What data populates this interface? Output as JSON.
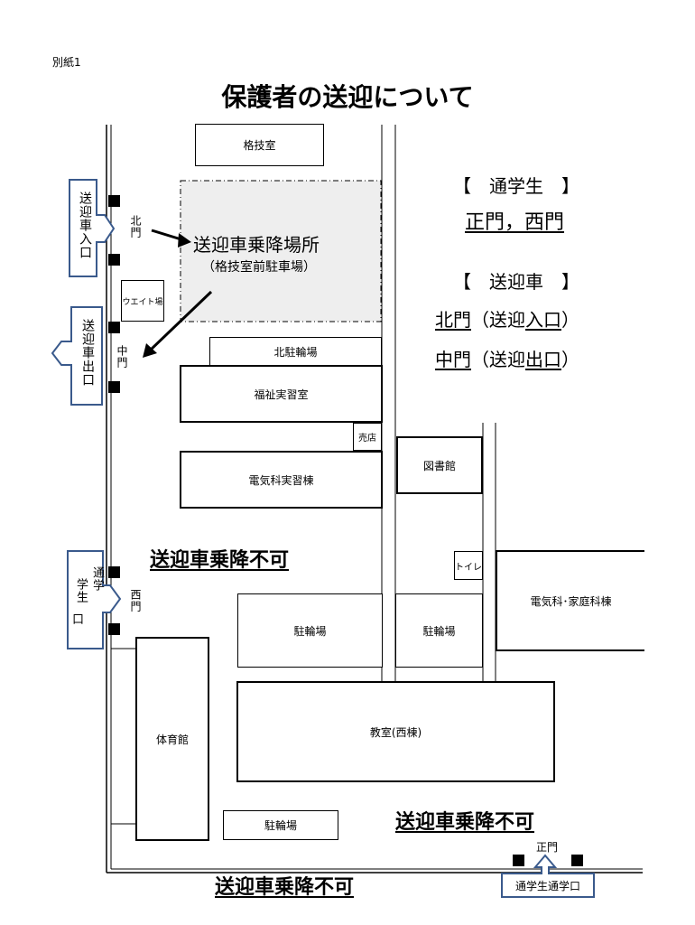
{
  "attachment_label": "別紙1",
  "title": "保護者の送迎について",
  "legend": {
    "commute_header": "【　通学生　】",
    "commute_gates": "正門，西門",
    "pickup_header": "【　送迎車　】",
    "pickup_entry_gate": "北門",
    "pickup_entry_note_open": "（送迎",
    "pickup_entry_note_u": "入口",
    "pickup_entry_note_close": "）",
    "pickup_exit_gate": "中門",
    "pickup_exit_note_open": "（送迎",
    "pickup_exit_note_u": "出口",
    "pickup_exit_note_close": "）"
  },
  "gates": {
    "north": "北門",
    "middle": "中門",
    "west": "西門",
    "main": "正門"
  },
  "side_signs": {
    "pickup_entry": "送迎車入口",
    "pickup_exit": "送迎車出口",
    "commute_col1": "通学",
    "commute_col2": "学生",
    "commute_col3": "口",
    "main_entry": "通学生通学口"
  },
  "dropoff_zone": {
    "title": "送迎車乗降場所",
    "subtitle": "（格技室前駐車場）"
  },
  "buildings": {
    "martial_arts": "格技室",
    "weight": "ウエイト場",
    "north_bike": "北駐輪場",
    "welfare": "福祉実習室",
    "shop": "売店",
    "electrical_lab": "電気科実習棟",
    "library": "図書館",
    "toilet": "トイレ",
    "elec_home": "電気科･家庭科棟",
    "bike1": "駐輪場",
    "bike2": "駐輪場",
    "classroom_west": "教室(西棟)",
    "gym": "体育館",
    "bike3": "駐輪場"
  },
  "notices": {
    "no_stop_1": "送迎車乗降不可",
    "no_stop_2": "送迎車乗降不可",
    "no_stop_3": "送迎車乗降不可"
  }
}
